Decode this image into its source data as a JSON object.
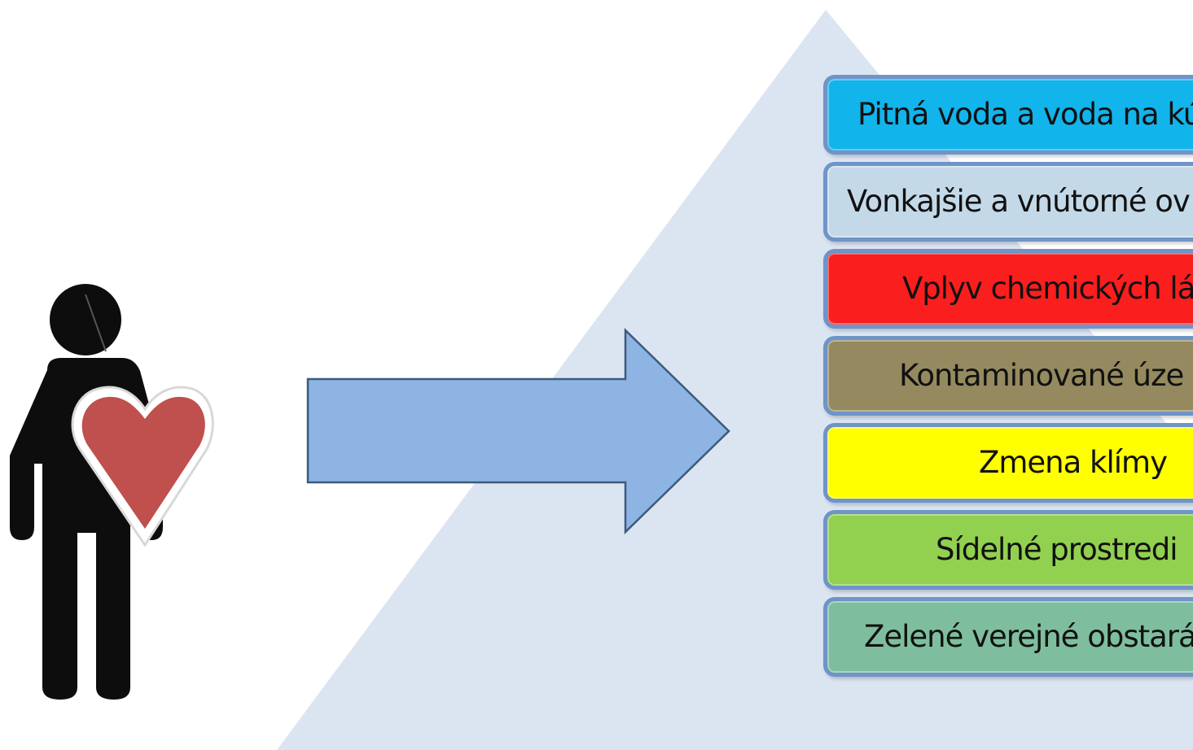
{
  "diagram": {
    "colors": {
      "pyramid": "#dbe5f1",
      "arrow_fill": "#8eb4e3",
      "arrow_stroke": "#3d5a7c",
      "heart": "#c0504d",
      "figure": "#0d0d0d",
      "box_border": "#6f94c8"
    },
    "figure_icon": "person-with-heart-icon",
    "arrow_icon": "right-arrow",
    "layers": [
      {
        "label": "Pitná voda a voda na kú",
        "color": "#12b4ec",
        "text_color": "#111111"
      },
      {
        "label": "Vonkajšie a vnútorné ov",
        "color": "#c4d9e8",
        "text_color": "#111111"
      },
      {
        "label": "Vplyv chemických lá",
        "color": "#fa1e1e",
        "text_color": "#111111"
      },
      {
        "label": "Kontaminované úze",
        "color": "#958a5f",
        "text_color": "#111111"
      },
      {
        "label": "Zmena klímy",
        "color": "#ffff00",
        "text_color": "#111111"
      },
      {
        "label": "Sídelné prostredi",
        "color": "#92d050",
        "text_color": "#111111"
      },
      {
        "label": "Zelené verejné obstará",
        "color": "#7ebe9e",
        "text_color": "#111111"
      }
    ]
  }
}
